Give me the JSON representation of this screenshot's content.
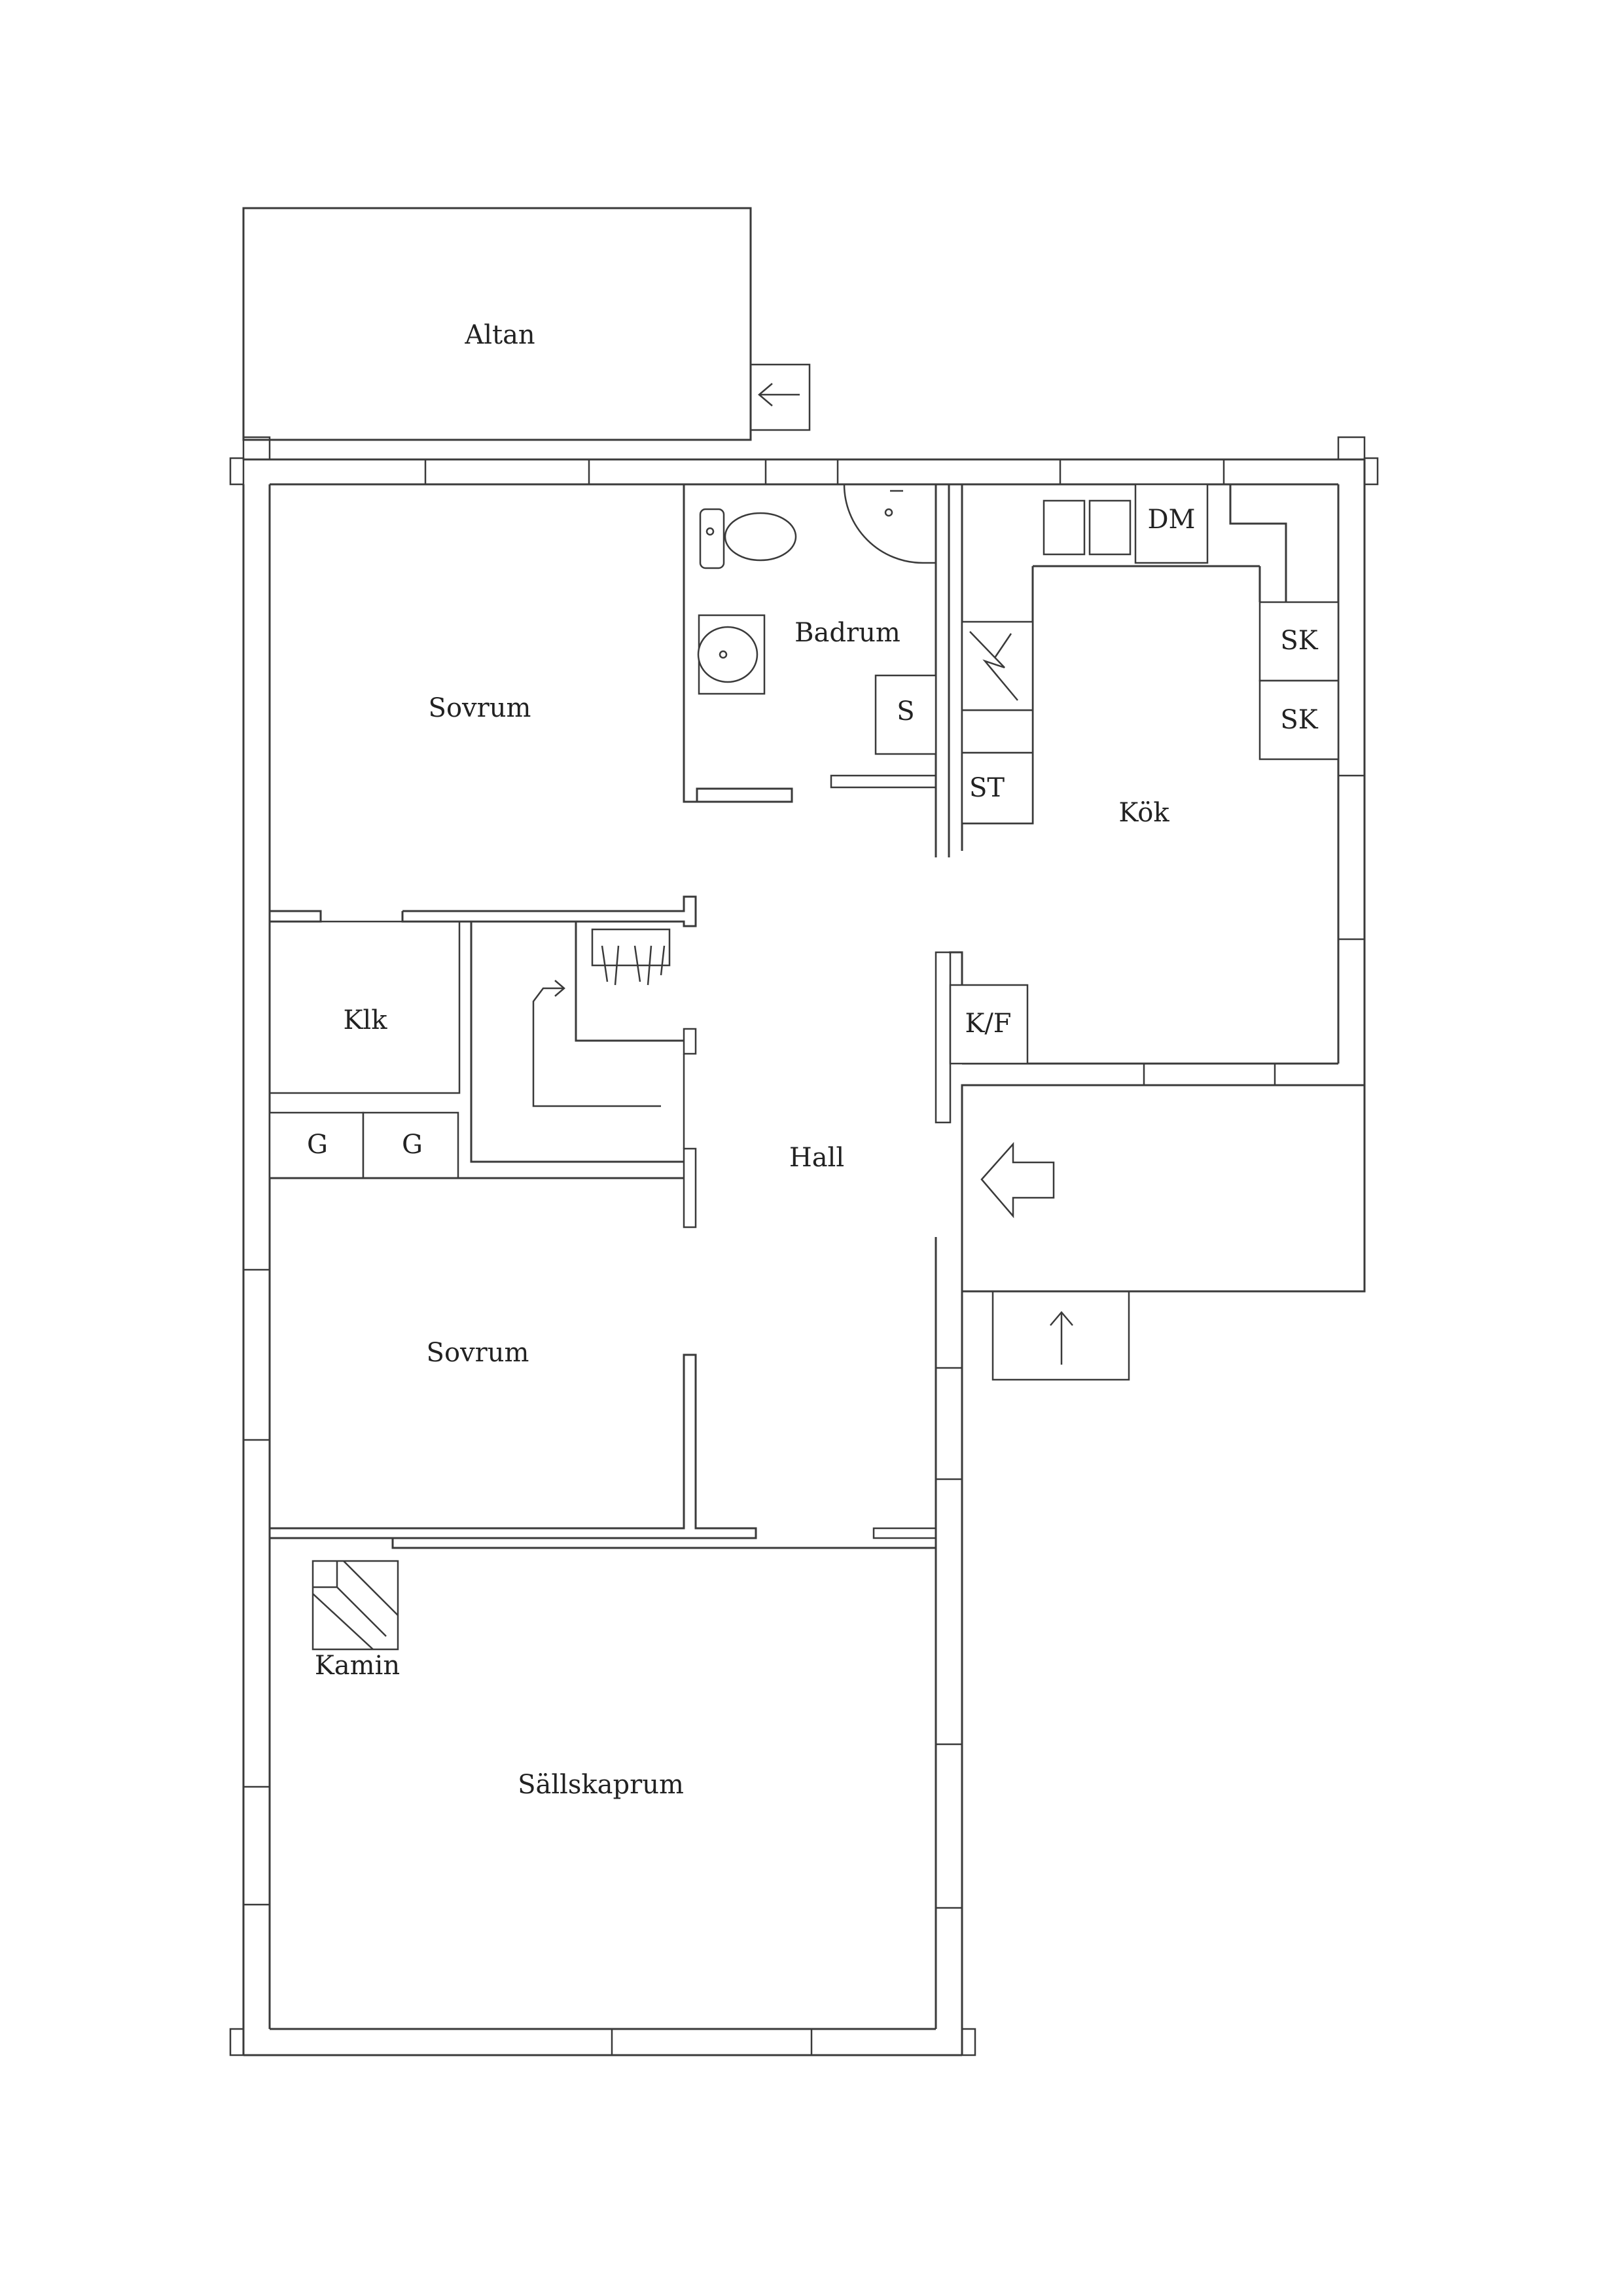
{
  "rooms": {
    "altan": "Altan",
    "badrum": "Badrum",
    "sovrum_1": "Sovrum",
    "sovrum_2": "Sovrum",
    "kok": "Kök",
    "klk": "Klk",
    "hall": "Hall",
    "sallskaprum": "Sällskaprum",
    "kamin": "Kamin"
  },
  "fixtures": {
    "dm": "DM",
    "sk_1": "SK",
    "sk_2": "SK",
    "s": "S",
    "st": "ST",
    "kf": "K/F",
    "g_1": "G",
    "g_2": "G"
  },
  "icons": [
    "arrow-left-icon",
    "arrow-up-icon",
    "entrance-arrow-icon",
    "stair-arrow-icon",
    "toilet-icon",
    "sink-icon",
    "stove-icon",
    "fireplace-icon",
    "shower-icon"
  ]
}
